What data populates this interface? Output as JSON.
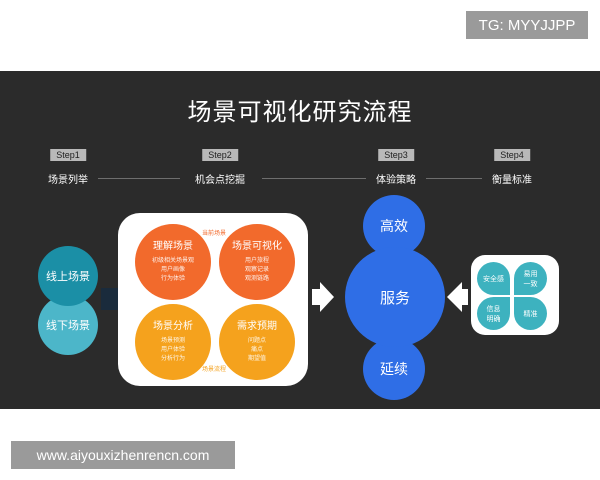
{
  "watermark_top": "TG: MYYJJPP",
  "watermark_bottom": "www.aiyouxizhenrencn.com",
  "title": "场景可视化研究流程",
  "steps": [
    {
      "tag": "Step1",
      "label": "场景列举"
    },
    {
      "tag": "Step2",
      "label": "机会点挖掘"
    },
    {
      "tag": "Step3",
      "label": "体验策略"
    },
    {
      "tag": "Step4",
      "label": "衡量标准"
    }
  ],
  "left": {
    "top": "线上场景",
    "bottom": "线下场景"
  },
  "box": {
    "label_top": "当前场景",
    "label_bottom": "场景流程",
    "understand": {
      "title": "理解场景",
      "lines": [
        "初级相关场景观",
        "用户画像",
        "行为体验"
      ]
    },
    "visualize": {
      "title": "场景可视化",
      "lines": [
        "用户旅程",
        "观察记录",
        "观测链路"
      ]
    },
    "analyze": {
      "title": "场景分析",
      "lines": [
        "场景预测",
        "用户体验",
        "分析行为"
      ]
    },
    "predict": {
      "title": "需求预期",
      "lines": [
        "问题点",
        "痛点",
        "期望值"
      ]
    }
  },
  "center": {
    "top": "高效",
    "middle": "服务",
    "bottom": "延续"
  },
  "right": {
    "tl": "安全感",
    "tr": "易用\n一致",
    "bl": "信息\n明确",
    "br": "精准"
  }
}
